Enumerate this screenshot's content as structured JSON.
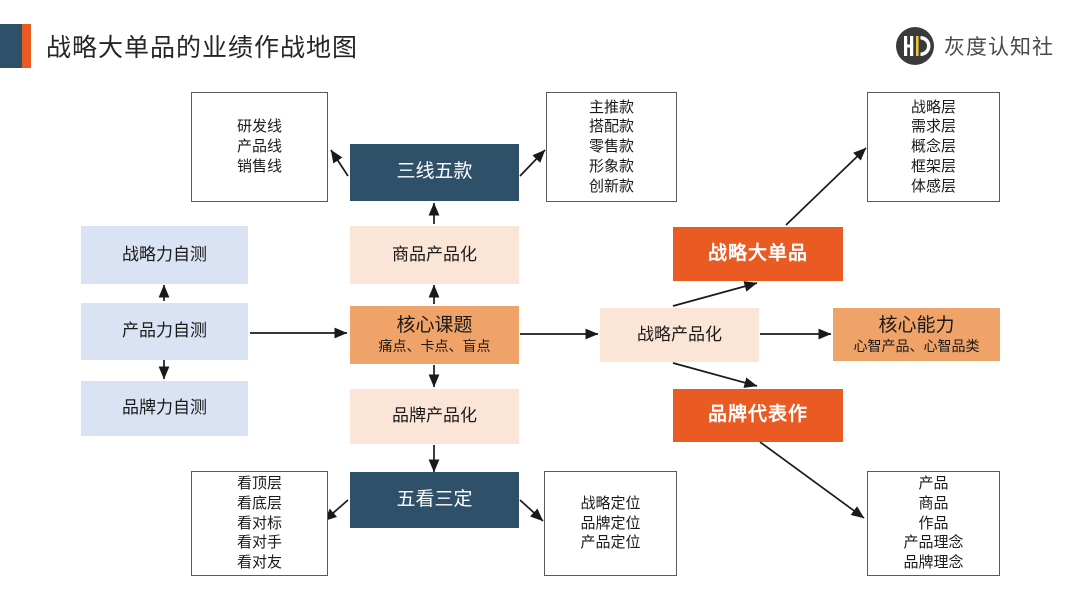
{
  "header": {
    "title": "战略大单品的业绩作战地图",
    "accent_blue": "#2E5169",
    "accent_orange": "#EA5A23",
    "logo": {
      "text": "灰度认知社",
      "mark_letters": "HD"
    }
  },
  "palette": {
    "navy": "#2E5169",
    "strong_orange": "#EA5A23",
    "medium_orange": "#F0A368",
    "pale_orange": "#FBE5D6",
    "light_blue": "#DAE3F3",
    "outline": "#5A5A5A",
    "arrow": "#1A1A1A"
  },
  "nodes": {
    "rd_lines": {
      "label": "研发线\n产品线\n销售线",
      "style": "outline"
    },
    "three_lines_five_models": {
      "label": "三线五款",
      "style": "navy"
    },
    "five_models": {
      "label": "主推款\n搭配款\n零售款\n形象款\n创新款",
      "style": "outline"
    },
    "five_layers": {
      "label": "战略层\n需求层\n概念层\n框架层\n体感层",
      "style": "outline"
    },
    "strategy_selftest": {
      "label": "战略力自测",
      "style": "light-blue"
    },
    "product_selftest": {
      "label": "产品力自测",
      "style": "light-blue"
    },
    "brand_selftest": {
      "label": "品牌力自测",
      "style": "light-blue"
    },
    "goods_productization": {
      "label": "商品产品化",
      "style": "pale-orange"
    },
    "core_topic": {
      "label": "核心课题",
      "sub": "痛点、卡点、盲点",
      "style": "medium-orange"
    },
    "brand_productization": {
      "label": "品牌产品化",
      "style": "pale-orange"
    },
    "strategy_productization": {
      "label": "战略产品化",
      "style": "pale-orange"
    },
    "strategic_hero_product": {
      "label": "战略大单品",
      "style": "strong-orange"
    },
    "brand_masterpiece": {
      "label": "品牌代表作",
      "style": "strong-orange"
    },
    "core_capability": {
      "label": "核心能力",
      "sub": "心智产品、心智品类",
      "style": "medium-orange"
    },
    "five_looks_three_fixes": {
      "label": "五看三定",
      "style": "navy"
    },
    "five_looks": {
      "label": "看顶层\n看底层\n看对标\n看对手\n看对友",
      "style": "outline"
    },
    "three_positionings": {
      "label": "战略定位\n品牌定位\n产品定位",
      "style": "outline"
    },
    "product_outputs": {
      "label": "产品\n商品\n作品\n产品理念\n品牌理念",
      "style": "outline"
    }
  },
  "connections": [
    {
      "from": "three_lines_five_models",
      "to": "rd_lines"
    },
    {
      "from": "three_lines_five_models",
      "to": "five_models"
    },
    {
      "from": "goods_productization",
      "to": "three_lines_five_models"
    },
    {
      "from": "product_selftest",
      "to": "strategy_selftest"
    },
    {
      "from": "product_selftest",
      "to": "brand_selftest"
    },
    {
      "from": "product_selftest",
      "to": "core_topic"
    },
    {
      "from": "core_topic",
      "to": "goods_productization"
    },
    {
      "from": "core_topic",
      "to": "brand_productization"
    },
    {
      "from": "core_topic",
      "to": "strategy_productization"
    },
    {
      "from": "strategy_productization",
      "to": "strategic_hero_product"
    },
    {
      "from": "strategy_productization",
      "to": "brand_masterpiece"
    },
    {
      "from": "strategy_productization",
      "to": "core_capability"
    },
    {
      "from": "strategic_hero_product",
      "to": "five_layers"
    },
    {
      "from": "brand_masterpiece",
      "to": "product_outputs"
    },
    {
      "from": "brand_productization",
      "to": "five_looks_three_fixes"
    },
    {
      "from": "five_looks_three_fixes",
      "to": "five_looks"
    },
    {
      "from": "five_looks_three_fixes",
      "to": "three_positionings"
    }
  ]
}
